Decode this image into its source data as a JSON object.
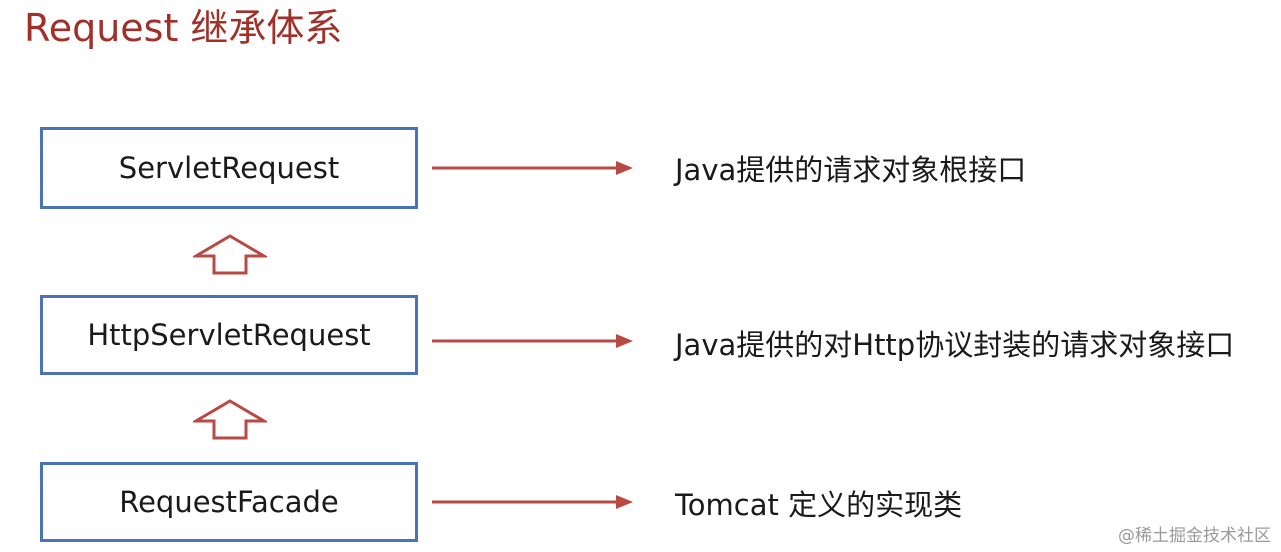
{
  "title": "Request 继承体系",
  "nodes": [
    {
      "label": "ServletRequest",
      "description": "Java提供的请求对象根接口"
    },
    {
      "label": "HttpServletRequest",
      "description": "Java提供的对Http协议封装的请求对象接口"
    },
    {
      "label": "RequestFacade",
      "description": "Tomcat 定义的实现类"
    }
  ],
  "colors": {
    "title": "#a0302a",
    "box_border": "#4a74b6",
    "arrow": "#b84a44"
  },
  "watermark": "@稀土掘金技术社区"
}
